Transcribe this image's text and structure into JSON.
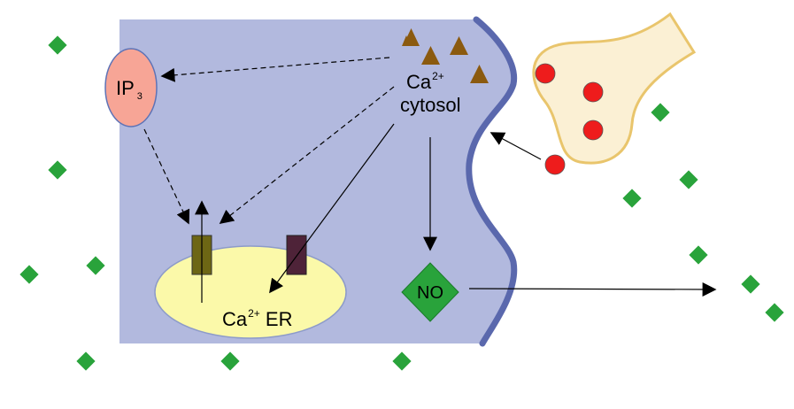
{
  "colors": {
    "cell": "#b2b9de",
    "membrane": "#5a68ad",
    "er_fill": "#fbf9a9",
    "er_stroke": "#8d9bc9",
    "ip3_fill": "#f7a596",
    "ip3_stroke": "#5e73b6",
    "channel_left": "#6d6614",
    "channel_right": "#4e2338",
    "calcium_triangle": "#8b5a0f",
    "no_diamond": "#29a33b",
    "no_diamond_stroke": "#1a7a2a",
    "terminal_fill": "#fbf0d4",
    "terminal_stroke": "#e9c56c",
    "vesicle": "#ee1c1c"
  },
  "labels": {
    "ip3_main": "IP",
    "ip3_sub": "3",
    "ca_cytosol_main": "Ca",
    "ca_cytosol_sup": "2+",
    "cytosol": "cytosol",
    "ca_er_main": "Ca",
    "ca_er_sup": "2+",
    "ca_er_suffix": " ER",
    "no": "NO"
  },
  "icons": {
    "calcium": "brown-triangle-icon",
    "nitric_oxide": "green-diamond-icon",
    "vesicle": "red-circle-icon"
  }
}
